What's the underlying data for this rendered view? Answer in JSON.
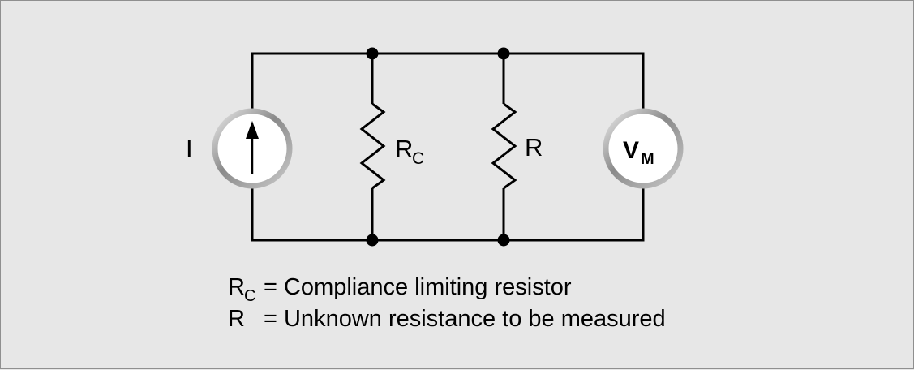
{
  "diagram": {
    "labels": {
      "current_source": "I",
      "resistor_rc": {
        "base": "R",
        "sub": "C"
      },
      "resistor_r": "R",
      "voltmeter": {
        "base": "V",
        "sub": "M"
      }
    },
    "legend": {
      "line1": {
        "base": "R",
        "sub": "C",
        "text": "= Compliance limiting resistor"
      },
      "line2": {
        "base": "R",
        "text": "= Unknown resistance to be measured"
      }
    },
    "colors": {
      "background": "#e7e7e7",
      "border": "#8f8f8f",
      "wire": "#000000",
      "node": "#000000",
      "meter_fill": "#ffffff",
      "meter_rim_light": "#e2e2e2",
      "meter_rim_dark": "#7d7d7d",
      "text": "#000000"
    }
  }
}
